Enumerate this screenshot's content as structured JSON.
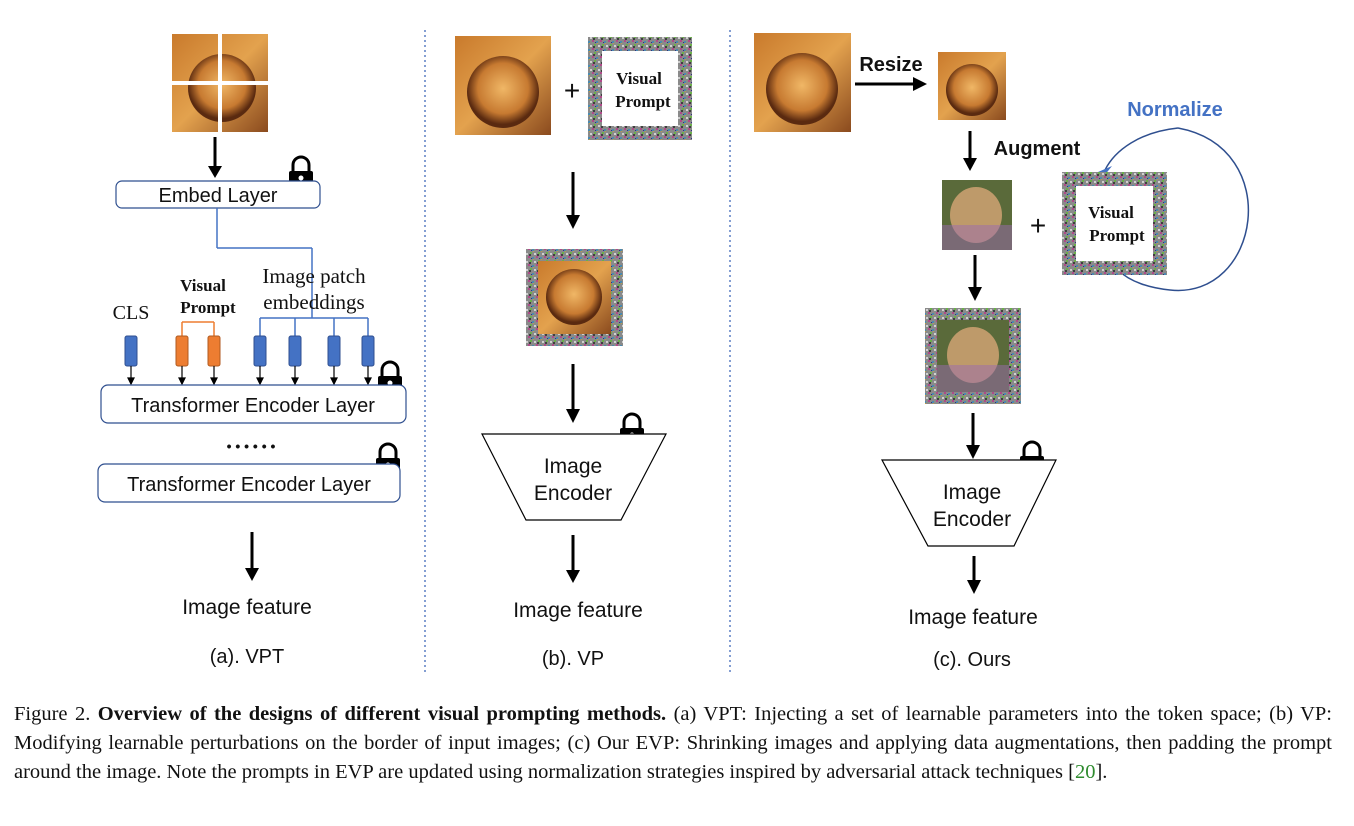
{
  "panels": {
    "vpt": {
      "embed_layer": "Embed Layer",
      "cls": "CLS",
      "visual_prompt_line1": "Visual",
      "visual_prompt_line2": "Prompt",
      "image_patch_line1": "Image patch",
      "image_patch_line2": "embeddings",
      "encoder_layer_1": "Transformer Encoder Layer",
      "ellipsis": "• • • • • •",
      "encoder_layer_2": "Transformer Encoder Layer",
      "feature": "Image feature",
      "caption": "(a). VPT"
    },
    "vp": {
      "plus": "+",
      "prompt_line1": "Visual",
      "prompt_line2": "Prompt",
      "encoder_line1": "Image",
      "encoder_line2": "Encoder",
      "feature": "Image feature",
      "caption": "(b). VP"
    },
    "ours": {
      "resize": "Resize",
      "augment": "Augment",
      "normalize": "Normalize",
      "plus": "+",
      "prompt_line1": "Visual",
      "prompt_line2": "Prompt",
      "encoder_line1": "Image",
      "encoder_line2": "Encoder",
      "feature": "Image feature",
      "caption": "(c). Ours"
    }
  },
  "figure_caption": {
    "label": "Figure 2.",
    "title": "Overview of the designs of different visual prompting methods.",
    "body": "(a) VPT: Injecting a set of learnable parameters into the token space; (b) VP: Modifying learnable perturbations on the border of input images; (c) Our EVP: Shrinking images and applying data augmentations, then padding the prompt around the image. Note the prompts in EVP are updated using normalization strategies inspired by adversarial attack techniques [",
    "ref": "20",
    "end": "]."
  },
  "colors": {
    "blue_token": "#4472c4",
    "orange_token": "#ed7d31",
    "normalize_blue": "#4472c4",
    "box_border": "#2f4f8f",
    "divider": "#5b7fc4"
  }
}
